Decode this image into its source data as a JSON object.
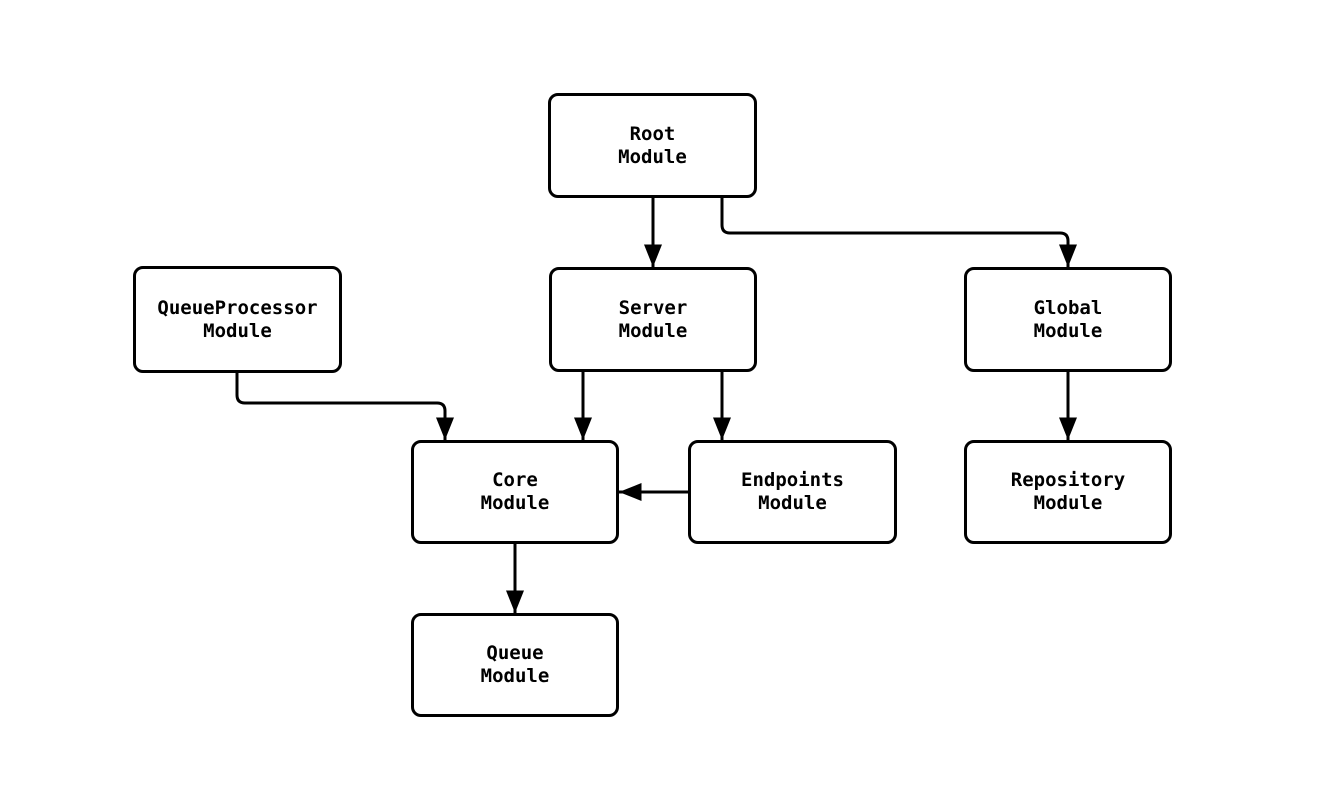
{
  "diagram": {
    "type": "flowchart",
    "nodes": [
      {
        "id": "root",
        "label": "Root\nModule"
      },
      {
        "id": "queueprocessor",
        "label": "QueueProcessor\nModule"
      },
      {
        "id": "server",
        "label": "Server\nModule"
      },
      {
        "id": "global",
        "label": "Global\nModule"
      },
      {
        "id": "core",
        "label": "Core\nModule"
      },
      {
        "id": "endpoints",
        "label": "Endpoints\nModule"
      },
      {
        "id": "repository",
        "label": "Repository\nModule"
      },
      {
        "id": "queue",
        "label": "Queue\nModule"
      }
    ],
    "edges": [
      {
        "from": "root",
        "to": "server"
      },
      {
        "from": "root",
        "to": "global"
      },
      {
        "from": "queueprocessor",
        "to": "core"
      },
      {
        "from": "server",
        "to": "core"
      },
      {
        "from": "server",
        "to": "endpoints"
      },
      {
        "from": "endpoints",
        "to": "core"
      },
      {
        "from": "global",
        "to": "repository"
      },
      {
        "from": "core",
        "to": "queue"
      }
    ],
    "colors": {
      "stroke": "#000000",
      "fill": "#ffffff",
      "text": "#000000",
      "background": "#ffffff"
    }
  }
}
